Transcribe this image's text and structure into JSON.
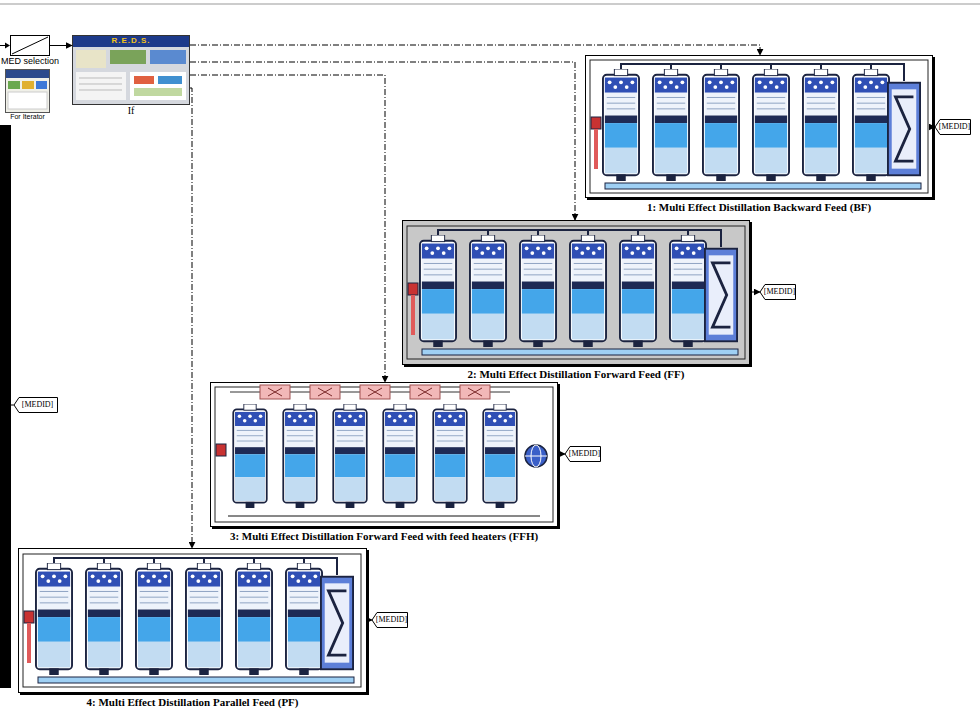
{
  "diagram": {
    "nodes": [
      {
        "text": [
          "MED selection"
        ]
      },
      {
        "text": [
          "For Iterator"
        ]
      },
      {
        "text": [
          "R.E.D.S.",
          "If"
        ]
      },
      {
        "text": [
          "1: Multi Effect Distillation Backward Feed (BF)"
        ]
      },
      {
        "text": [
          "2: Multi Effect Distillation Forward Feed (FF)"
        ]
      },
      {
        "text": [
          "3: Multi Effect Distillation Forward Feed with feed heaters (FFH)"
        ]
      },
      {
        "text": [
          "4: Multi Effect Distillation Parallel Feed (PF)"
        ]
      },
      {
        "text": [
          "[MEDID]"
        ]
      },
      {
        "text": [
          "[MEDID]"
        ]
      },
      {
        "text": [
          "[MEDID]"
        ]
      },
      {
        "text": [
          "[MEDID]"
        ]
      },
      {
        "text": [
          "[MEDID]"
        ]
      }
    ],
    "edges": [
      {
        "from": 0,
        "to": 2,
        "arrow": "to"
      },
      {
        "from": 2,
        "to": 3,
        "arrow": "to"
      },
      {
        "from": 2,
        "to": 4,
        "arrow": "to"
      },
      {
        "from": 2,
        "to": 5,
        "arrow": "to"
      },
      {
        "from": 2,
        "to": 6,
        "arrow": "to"
      },
      {
        "from": 3,
        "to": 7,
        "arrow": "to"
      },
      {
        "from": 4,
        "to": 8,
        "arrow": "to"
      },
      {
        "from": 5,
        "to": 9,
        "arrow": "to"
      },
      {
        "from": 6,
        "to": 10,
        "arrow": "to"
      }
    ]
  }
}
